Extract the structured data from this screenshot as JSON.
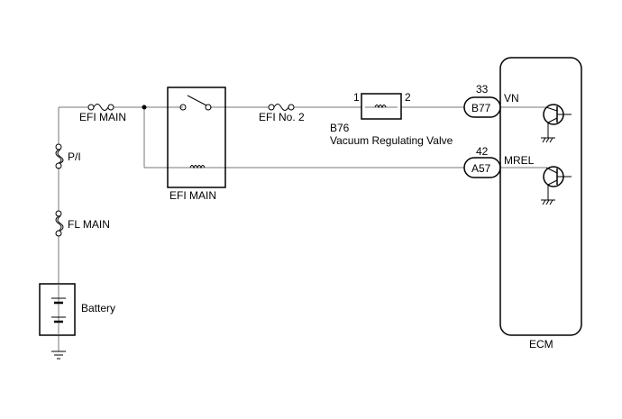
{
  "fuses": {
    "efi_main": "EFI MAIN",
    "p_i": "P/I",
    "fl_main": "FL MAIN",
    "efi_no2": "EFI No. 2"
  },
  "relay": {
    "label": "EFI MAIN"
  },
  "battery": {
    "label": "Battery"
  },
  "valve": {
    "code": "B76",
    "name": "Vacuum Regulating Valve",
    "pin1": "1",
    "pin2": "2"
  },
  "connectors": [
    {
      "id": "B77",
      "pin": "33",
      "signal": "VN"
    },
    {
      "id": "A57",
      "pin": "42",
      "signal": "MREL"
    }
  ],
  "ecm": {
    "label": "ECM"
  }
}
